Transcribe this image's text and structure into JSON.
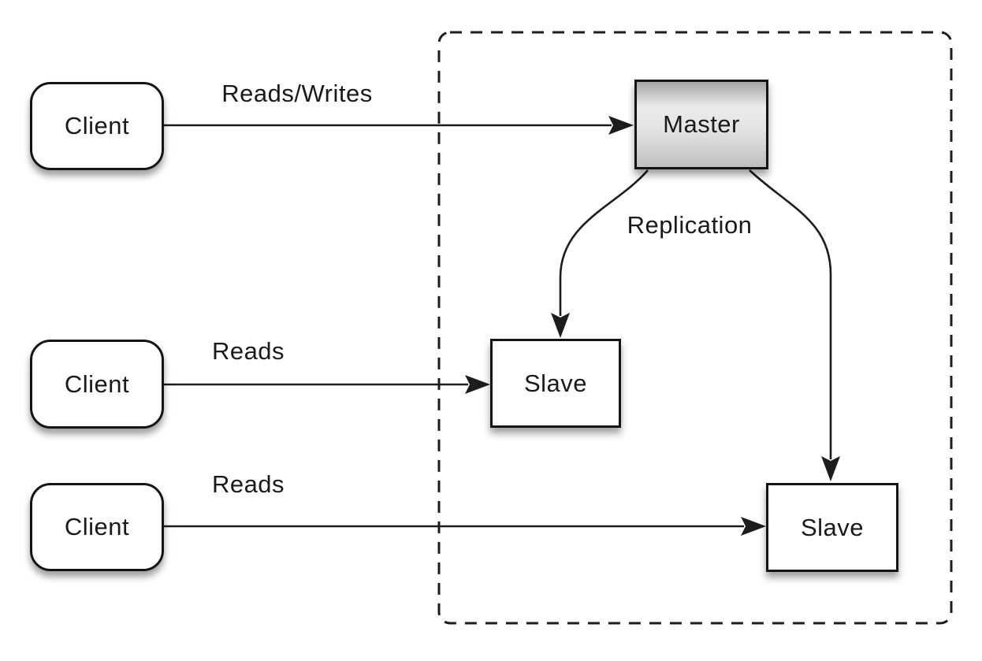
{
  "diagram": {
    "type": "master-slave-replication-architecture",
    "colors": {
      "background": "#ffffff",
      "line": "#1c1c1c",
      "node_border": "#141414",
      "node_fill": "#ffffff",
      "master_fill_top": "#a6a6a6",
      "master_fill_mid": "#ececec",
      "master_fill_bottom": "#bfbfbf",
      "text": "#1a1a1a"
    },
    "nodes": {
      "client1": {
        "label": "Client"
      },
      "client2": {
        "label": "Client"
      },
      "client3": {
        "label": "Client"
      },
      "master": {
        "label": "Master"
      },
      "slave1": {
        "label": "Slave"
      },
      "slave2": {
        "label": "Slave"
      }
    },
    "edge_labels": {
      "client1_master": "Reads/Writes",
      "client2_slave1": "Reads",
      "client3_slave2": "Reads",
      "replication": "Replication"
    }
  }
}
